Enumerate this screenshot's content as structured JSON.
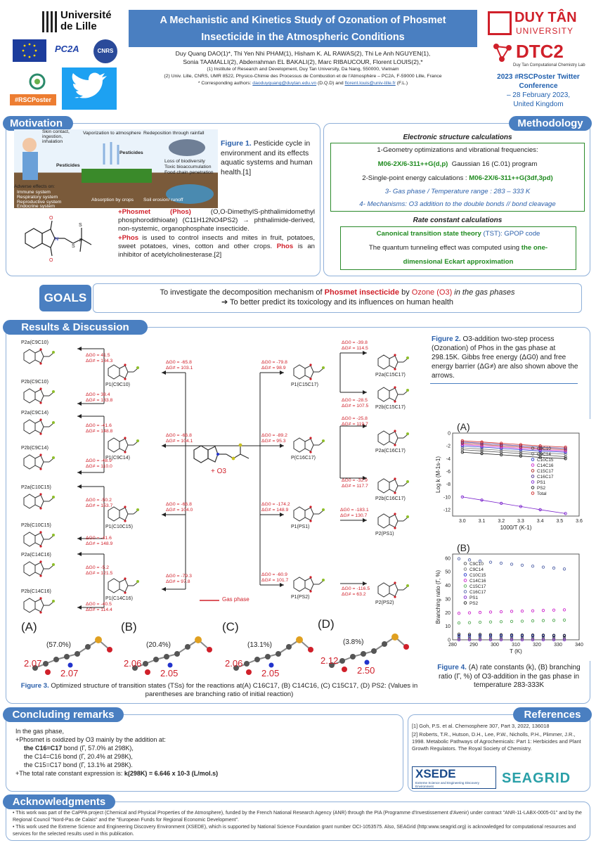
{
  "header": {
    "title_line1": "A Mechanistic and Kinetics Study of Ozonation of Phosmet",
    "title_line2": "Insecticide in the Atmospheric Conditions",
    "authors_line1": "Duy Quang DAO(1)*, Thi Yen Nhi PHAM(1), Hisham K. AL RAWAS(2), Thi Le Anh NGUYEN(1),",
    "authors_line2": "Sonia TAAMALLI(2), Abderrahman EL BAKALI(2), Marc RIBAUCOUR, Florent LOUIS(2),*",
    "aff1": "(1) Institute of Research and Development, Duy Tan University, Da Nang, 550000, Vietnam",
    "aff2": "(2) Univ. Lille, CNRS, UMR 8522, Physico-Chimie des Processus de Combustion et de l'Atmosphère – PC2A, F-59000 Lille, France",
    "corr_prefix": "* Corresponding authors:",
    "corr_mail1": "daoduyquang@duytan.edu.vn",
    "corr_mid": "(D.Q.D) and",
    "corr_mail2": "florent.louis@univ-lille.fr",
    "corr_end": "(F.L.)"
  },
  "logos": {
    "univ_lille_1": "Université",
    "univ_lille_2": "de Lille",
    "pc2a": "PC2A",
    "cnrs": "CNRS",
    "hashtag": "#RSCPoster",
    "duytan": "DUY TÂN",
    "duytan_sub": "UNIVERSITY",
    "dtc2": "DTC2",
    "dtc2_sub": "Duy Tan Computational Chemistry Lab",
    "xsede": "XSEDE",
    "xsede_sub": "Extreme Science and Engineering Discovery Environment",
    "seagrid": "SEAGRID"
  },
  "conference": {
    "line1": "2023 #RSCPoster Twitter",
    "line2": "Conference",
    "line3": "– 28 February 2023,",
    "line4": "United Kingdom"
  },
  "motivation": {
    "heading": "Motivation",
    "fig1_label": "Figure 1.",
    "fig1_text": "Pesticide cycle in environment and its effects aquatic systems and human health.[1]",
    "phosmet_name": "+Phosmet (Phos)",
    "phosmet_desc": "(O,O-DimethylS-phthalimidomethyl phosphorodithioate) (C11H12NO4PS2) → phthalimide-derived, non-systemic, organophosphate insecticide.",
    "phos_use_pre": "+Phos",
    "phos_use": "is used to control insects and mites in fruit, potatoes, sweet potatoes, vines, cotton and other crops.",
    "phos_inhib_pre": "Phos",
    "phos_inhib": "is an inhibitor of acetylcholinesterase.[2]",
    "cycle_labels": [
      "Skin contact, ingestion, inhalation",
      "Vaporization to atmosphere",
      "Redeposition through rainfall",
      "Pesticides",
      "Pesticides",
      "Adverse effects on:",
      "Immune system",
      "Respiratory system",
      "Reproductive system",
      "Endocrine system",
      "Loss of biodiversity",
      "Toxic bioaccumulation",
      "Food chain penetration",
      "Absorption by crops",
      "Soil erosion/ runoff"
    ]
  },
  "methodology": {
    "heading": "Methodology",
    "esc_title": "Electronic structure calculations",
    "line1": "1-Geometry optimizations and vibrational frequencies:",
    "line2_method": "M06-2X/6-311++G(d,p)",
    "line2_prog": "Gaussian 16 (C.01) program",
    "line3_pre": "2-Single-point energy calculations :",
    "line3_method": "M06-2X/6-311++G(3df,3pd)",
    "line4": "3- Gas phase / Temperature range : 283 – 333 K",
    "line5": "4- Mechanisms: O3 addition to the double bonds // bond cleavage",
    "rc_title": "Rate constant calculations",
    "tst_green": "Canonical transition state theory",
    "tst_rest": "(TST): GPOP code",
    "tunnel_pre": "The quantum tunneling effect was computed using",
    "tunnel_green1": "the one-",
    "tunnel_green2": "dimensional Eckart approximation"
  },
  "goals": {
    "label": "GOALS",
    "line1_pre": "To investigate the decomposition mechanism of",
    "line1_red": "Phosmet insecticide",
    "line1_mid": "by",
    "line1_blue": "Ozone (O3)",
    "line1_end": "in the gas phases",
    "line2": "➔ To better predict its toxicology and its influences on human health"
  },
  "results": {
    "heading": "Results & Discussion",
    "plus_o3": "+ O3",
    "gas_phase": "Gas phase",
    "fig2_label": "Figure 2.",
    "fig2_text": "O3-addition two-step process (Ozonation) of Phos in the gas phase at 298.15K. Gibbs free energy (ΔG0) and free energy barrier (ΔG≠) are also shown above the arrows.",
    "fig3_label": "Figure 3.",
    "fig3_text": "Optimized structure of transition states (TSs) for the reactions at(A) C16C17, (B) C14C16, (C) C15C17, (D) PS2: (Values in parentheses are branching ratio of initial reaction)",
    "fig4_label": "Figure 4.",
    "fig4_text": "(A) rate constants (k), (B) branching ratio (Γ, %) of O3-addition in the gas phase in temperature 283-333K",
    "ts_panels": [
      {
        "letter": "(A)",
        "ratio": "(57.0%)",
        "d1": "2.07",
        "d2": "2.07"
      },
      {
        "letter": "(B)",
        "ratio": "(20.4%)",
        "d1": "2.06",
        "d2": "2.05"
      },
      {
        "letter": "(C)",
        "ratio": "(13.1%)",
        "d1": "2.06",
        "d2": "2.05"
      },
      {
        "letter": "(D)",
        "ratio": "(3.8%)",
        "d1": "2.12",
        "d2": "2.50"
      }
    ],
    "scheme_left": [
      {
        "name": "P2a(C9C10)",
        "dg0": "ΔG0 = 41.5",
        "dgts": "ΔG≠ = 134.3"
      },
      {
        "name": "P2b(C9C10)",
        "dg0": "ΔG0 = 38.4",
        "dgts": "ΔG≠ = 133.8"
      },
      {
        "name": "P2a(C9C14)",
        "dg0": "ΔG0 = -41.6",
        "dgts": "ΔG≠ = 148.8"
      },
      {
        "name": "P2b(C9C14)",
        "dg0": "ΔG0 = -48.9",
        "dgts": "ΔG≠ = 110.0"
      },
      {
        "name": "P2a(C10C15)",
        "dg0": "ΔG0 = -50.2",
        "dgts": "ΔG≠ = 153.7"
      },
      {
        "name": "P2b(C10C15)",
        "dg0": "ΔG0 = -41.6",
        "dgts": "ΔG≠ = 148.9"
      },
      {
        "name": "P2a(C14C16)",
        "dg0": "ΔG0 = -5.2",
        "dgts": "ΔG≠ = 121.5"
      },
      {
        "name": "P2b(C14C16)",
        "dg0": "ΔG0 = -40.5",
        "dgts": "ΔG≠ = 114.4"
      }
    ],
    "scheme_p1": [
      {
        "name": "P1(C9C10)",
        "dg0": "ΔG0 = -65.8",
        "dgts": "ΔG≠ = 103.1"
      },
      {
        "name": "P1(C9C14)",
        "dg0": "ΔG0 = -66.8",
        "dgts": "ΔG≠ = 104.1"
      },
      {
        "name": "P1(C10C15)",
        "dg0": "ΔG0 = -66.8",
        "dgts": "ΔG≠ = 104.0"
      },
      {
        "name": "P1(C14C16)",
        "dg0": "ΔG0 = -79.3",
        "dgts": "ΔG≠ = 97.8"
      }
    ],
    "scheme_right_p1": [
      {
        "name": "P1(C15C17)",
        "dg0": "ΔG0 = -79.8",
        "dgts": "ΔG≠ = 98.9"
      },
      {
        "name": "P(C16C17)",
        "dg0": "ΔG0 = -89.2",
        "dgts": "ΔG≠ = 95.3"
      },
      {
        "name": "P1(PS1)",
        "dg0": "ΔG0 = -174.2",
        "dgts": "ΔG≠ = 148.9"
      },
      {
        "name": "P1(PS2)",
        "dg0": "ΔG0 = -60.9",
        "dgts": "ΔG≠ = 101.7"
      }
    ],
    "scheme_right_p2": [
      {
        "name": "P2a(C15C17)",
        "dg0": "ΔG0 = -39.8",
        "dgts": "ΔG≠ = 114.5"
      },
      {
        "name": "P2b(C15C17)",
        "dg0": "ΔG0 = -28.5",
        "dgts": "ΔG≠ = 107.5"
      },
      {
        "name": "P2a(C16C17)",
        "dg0": "ΔG0 = -25.8",
        "dgts": "ΔG≠ = 119.7"
      },
      {
        "name": "P2b(C16C17)",
        "dg0": "ΔG0 = -32.9",
        "dgts": "ΔG≠ = 117.7"
      },
      {
        "name": "P2(PS1)",
        "dg0": "ΔG0 = -183.1",
        "dgts": "ΔG≠ = 130.7"
      },
      {
        "name": "P2(PS2)",
        "dg0": "ΔG0 = -116.5",
        "dgts": "ΔG≠ = 63.2"
      }
    ]
  },
  "chart_data": [
    {
      "type": "line",
      "panel_label": "(A)",
      "xlabel": "1000/T (K-1)",
      "ylabel": "Log k (M-1s-1)",
      "xlim": [
        2.95,
        3.6
      ],
      "ylim": [
        -13,
        0
      ],
      "xticks": [
        "3.0",
        "3.1",
        "3.2",
        "3.3",
        "3.4",
        "3.5",
        "3.6"
      ],
      "yticks": [
        "0",
        "-2",
        "-4",
        "-6",
        "-8",
        "-10",
        "-12"
      ],
      "x": [
        3.0,
        3.1,
        3.2,
        3.3,
        3.4,
        3.53
      ],
      "series": [
        {
          "name": "C9C10",
          "color": "#555555",
          "values": [
            -2.6,
            -2.8,
            -3.0,
            -3.2,
            -3.4,
            -3.7
          ]
        },
        {
          "name": "C9C14",
          "color": "#777777",
          "values": [
            -2.3,
            -2.5,
            -2.7,
            -2.9,
            -3.1,
            -3.3
          ]
        },
        {
          "name": "C10C15",
          "color": "#2233cc",
          "values": [
            -2.0,
            -2.2,
            -2.4,
            -2.6,
            -2.8,
            -3.0
          ]
        },
        {
          "name": "C14C16",
          "color": "#cc22cc",
          "values": [
            -1.8,
            -2.0,
            -2.2,
            -2.4,
            -2.6,
            -2.8
          ]
        },
        {
          "name": "C15C17",
          "color": "#aa2222",
          "values": [
            -1.6,
            -1.8,
            -2.0,
            -2.2,
            -2.4,
            -2.6
          ]
        },
        {
          "name": "C16C17",
          "color": "#4a2a8a",
          "values": [
            -1.4,
            -1.6,
            -1.8,
            -2.0,
            -2.2,
            -2.4
          ]
        },
        {
          "name": "PS1",
          "color": "#7a22cc",
          "values": [
            -10.0,
            -10.5,
            -11.0,
            -11.5,
            -12.0,
            -12.6
          ]
        },
        {
          "name": "PS2",
          "color": "#222222",
          "values": [
            -3.0,
            -3.2,
            -3.4,
            -3.6,
            -3.8,
            -4.0
          ]
        },
        {
          "name": "Total",
          "color": "#cc2222",
          "values": [
            -1.2,
            -1.4,
            -1.6,
            -1.8,
            -2.0,
            -2.2
          ]
        }
      ]
    },
    {
      "type": "scatter",
      "panel_label": "(B)",
      "xlabel": "T (K)",
      "ylabel": "Branching ratio (Γ, %)",
      "xlim": [
        280,
        340
      ],
      "ylim": [
        0,
        63
      ],
      "xticks": [
        "280",
        "290",
        "300",
        "310",
        "320",
        "330",
        "340"
      ],
      "yticks": [
        "0",
        "10",
        "20",
        "30",
        "40",
        "50",
        "60"
      ],
      "x": [
        283,
        288,
        293,
        298,
        303,
        308,
        313,
        318,
        323,
        328,
        333
      ],
      "series": [
        {
          "name": "C9C10",
          "color": "#555555",
          "values": [
            1.0,
            1.0,
            1.0,
            1.0,
            1.0,
            1.0,
            1.0,
            1.0,
            1.0,
            1.0,
            1.0
          ]
        },
        {
          "name": "C9C14",
          "color": "#777777",
          "values": [
            2.0,
            2.0,
            2.0,
            2.0,
            2.0,
            2.0,
            2.0,
            2.0,
            2.0,
            2.0,
            2.0
          ]
        },
        {
          "name": "C10C15",
          "color": "#2233cc",
          "values": [
            3.0,
            3.0,
            3.0,
            3.0,
            3.0,
            3.0,
            3.0,
            3.0,
            3.0,
            3.0,
            3.0
          ]
        },
        {
          "name": "C14C16",
          "color": "#cc22cc",
          "values": [
            19.5,
            19.8,
            20.1,
            20.4,
            20.6,
            20.9,
            21.1,
            21.3,
            21.6,
            21.8,
            22.0
          ]
        },
        {
          "name": "C15C17",
          "color": "#55aa55",
          "values": [
            12.4,
            12.6,
            12.9,
            13.1,
            13.3,
            13.5,
            13.7,
            13.9,
            14.1,
            14.3,
            14.5
          ]
        },
        {
          "name": "C16C17",
          "color": "#5566aa",
          "values": [
            59.5,
            58.7,
            57.8,
            57.0,
            56.3,
            55.5,
            54.8,
            54.1,
            53.4,
            52.7,
            52.0
          ]
        },
        {
          "name": "PS1",
          "color": "#7a22cc",
          "values": [
            0.0,
            0.0,
            0.0,
            0.0,
            0.0,
            0.0,
            0.0,
            0.0,
            0.0,
            0.0,
            0.0
          ]
        },
        {
          "name": "PS2",
          "color": "#222222",
          "values": [
            4.1,
            4.0,
            3.9,
            3.8,
            3.7,
            3.6,
            3.5,
            3.5,
            3.4,
            3.3,
            3.2
          ]
        }
      ]
    }
  ],
  "concluding": {
    "heading": "Concluding remarks",
    "l1": "In the gas phase,",
    "l2": "+Phosmet is oxidized by O3 mainly by the addition at:",
    "l3_bold": "the C16=C17",
    "l3_rest": "bond (Γ, 57.0% at 298K),",
    "l4": "the C14=C16 bond (Γ, 20.4% at 298K),",
    "l5": "the C15=C17 bond (Γ, 13.1% at 298K).",
    "l6_pre": "+The total rate constant expression is:",
    "l6_bold": "k(298K) = 6.646 x 10-3 (L/mol.s)"
  },
  "references": {
    "heading": "References",
    "r1": "[1] Goh, P.S. et al. Chemosphere 307, Part 3, 2022, 136018",
    "r2": "[2] Roberts, T.R., Hutson, D.H., Lee, P.W., Nicholls, P.H., Plimmer, J.R., 1998. Metabolic Pathways of Agrochemicals: Part 1: Herbicides and Plant Growth Regulators. The Royal Society of Chemistry."
  },
  "acknowledgments": {
    "heading": "Acknowledgments",
    "a1": "• This work was part of the CaPPA project (Chemical and Physical Properties of the Atmosphere), funded by the French National Research Agency (ANR) through the PIA (Programme d'Investissement d'Avenir) under contract \"ANR-11-LABX-0005-01\" and by the Regional Council \"Nord-Pas de Calais\" and the \"European Funds for Regional Economic Development\".",
    "a2": "• This work used the Extreme Science and Engineering Discovery Environment (XSEDE), which is supported by National Science Foundation grant number OCI-1053575. Also, SEAGrid (http:www.seagrid.org) is acknowledged for computational resources and services for the selected results used in this publication."
  },
  "colors": {
    "accent": "#4a7fc1",
    "red": "#d0202a",
    "green": "#1f8a1f",
    "frame": "#8fb0d9"
  }
}
